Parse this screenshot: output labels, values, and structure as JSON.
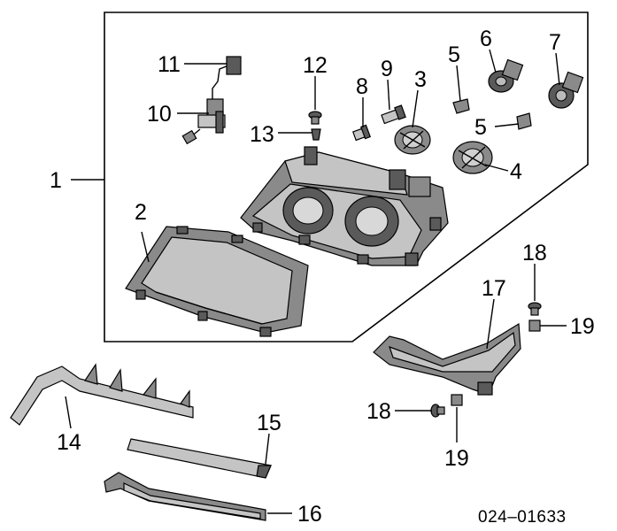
{
  "diagram_code": "024–01633",
  "callouts": [
    {
      "id": "c1",
      "label": "1"
    },
    {
      "id": "c2",
      "label": "2"
    },
    {
      "id": "c3",
      "label": "3"
    },
    {
      "id": "c4",
      "label": "4"
    },
    {
      "id": "c5a",
      "label": "5"
    },
    {
      "id": "c5b",
      "label": "5"
    },
    {
      "id": "c6",
      "label": "6"
    },
    {
      "id": "c7",
      "label": "7"
    },
    {
      "id": "c8",
      "label": "8"
    },
    {
      "id": "c9",
      "label": "9"
    },
    {
      "id": "c10",
      "label": "10"
    },
    {
      "id": "c11",
      "label": "11"
    },
    {
      "id": "c12",
      "label": "12"
    },
    {
      "id": "c13",
      "label": "13"
    },
    {
      "id": "c14",
      "label": "14"
    },
    {
      "id": "c15",
      "label": "15"
    },
    {
      "id": "c16",
      "label": "16"
    },
    {
      "id": "c17",
      "label": "17"
    },
    {
      "id": "c18a",
      "label": "18"
    },
    {
      "id": "c18b",
      "label": "18"
    },
    {
      "id": "c19a",
      "label": "19"
    },
    {
      "id": "c19b",
      "label": "19"
    }
  ]
}
